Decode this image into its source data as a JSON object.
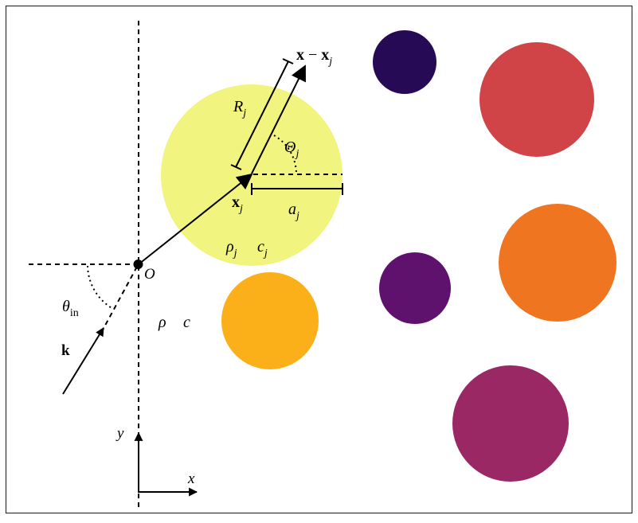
{
  "labels": {
    "origin": "O",
    "incident_angle": "θ",
    "incident_angle_sub": "in",
    "wave_vector": "k",
    "host_density": "ρ",
    "host_speed": "c",
    "position_vec": "x",
    "position_sub": "j",
    "rel_vec_a": "x",
    "rel_minus": " − ",
    "rel_vec_b": "x",
    "rel_sub": "j",
    "radius_label": "R",
    "radius_sub": "j",
    "polar_angle": "Θ",
    "polar_sub": "j",
    "scatterer_radius": "a",
    "scatterer_radius_sub": "j",
    "scatterer_density": "ρ",
    "scatterer_density_sub": "j",
    "scatterer_speed": "c",
    "scatterer_speed_sub": "j",
    "axis_y": "y",
    "axis_x": "x"
  },
  "colors": {
    "frame": "#333333",
    "ink": "#000000",
    "highlight_scatterer": "#f1f57f"
  },
  "scatterers": [
    {
      "name": "scatterer-highlight",
      "color": "#f1f57f"
    },
    {
      "name": "scatterer-dark-navy",
      "color": "#270a56"
    },
    {
      "name": "scatterer-red",
      "color": "#d04448"
    },
    {
      "name": "scatterer-orange",
      "color": "#f07520"
    },
    {
      "name": "scatterer-purple",
      "color": "#5e126e"
    },
    {
      "name": "scatterer-amber",
      "color": "#fbb01a"
    },
    {
      "name": "scatterer-magenta",
      "color": "#9a2865"
    }
  ]
}
